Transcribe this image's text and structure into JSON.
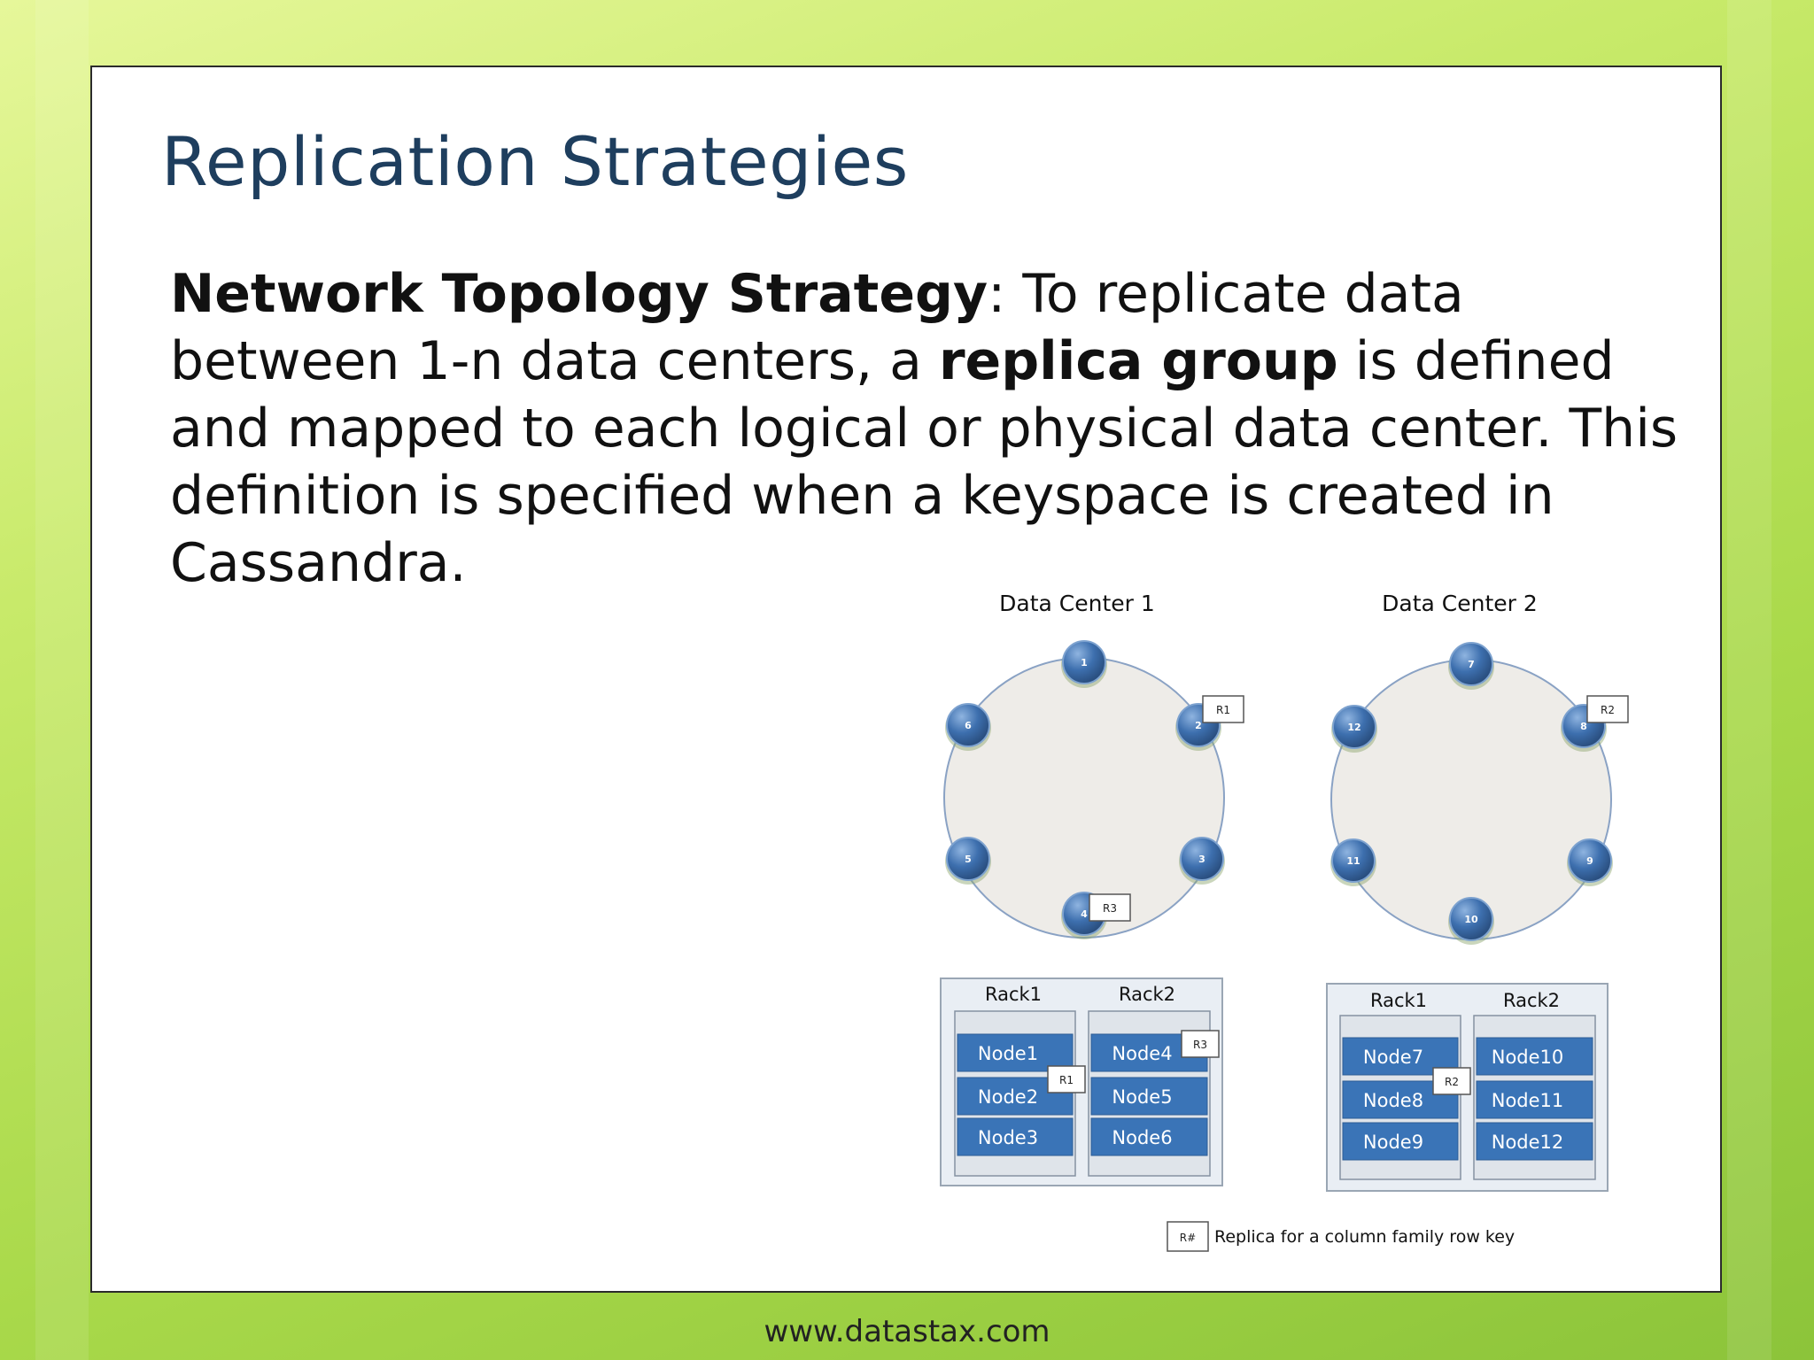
{
  "slide": {
    "title": "Replication Strategies",
    "paragraph": {
      "term": "Network Topology Strategy",
      "sep": ":  To replicate data between 1-n data centers, a ",
      "emph": "replica group",
      "rest": " is defined and mapped to each logical or physical data center. This definition is specified when a keyspace is created in Cassandra."
    }
  },
  "diagram": {
    "data_centers": [
      {
        "label": "Data Center 1",
        "ring_nodes": [
          "1",
          "2",
          "3",
          "4",
          "6",
          "5"
        ],
        "ring_tags": [
          {
            "node": "2",
            "text": "R1"
          },
          {
            "node": "4",
            "text": "R3"
          }
        ],
        "racks": [
          {
            "label": "Rack1",
            "nodes": [
              "Node1",
              "Node2",
              "Node3"
            ]
          },
          {
            "label": "Rack2",
            "nodes": [
              "Node4",
              "Node5",
              "Node6"
            ]
          }
        ],
        "rack_tags": [
          {
            "node": "Node2",
            "text": "R1"
          },
          {
            "node": "Node4",
            "text": "R3"
          }
        ]
      },
      {
        "label": "Data Center 2",
        "ring_nodes": [
          "7",
          "8",
          "9",
          "10",
          "11",
          "12"
        ],
        "ring_tags": [
          {
            "node": "8",
            "text": "R2"
          }
        ],
        "racks": [
          {
            "label": "Rack1",
            "nodes": [
              "Node7",
              "Node8",
              "Node9"
            ]
          },
          {
            "label": "Rack2",
            "nodes": [
              "Node10",
              "Node11",
              "Node12"
            ]
          }
        ],
        "rack_tags": [
          {
            "node": "Node8",
            "text": "R2"
          }
        ]
      }
    ],
    "legend": {
      "tag": "R#",
      "text": "Replica for a column family row key"
    }
  },
  "footer": "www.datastax.com",
  "colors": {
    "node_fill": "#3d6fae",
    "rack_node_fill": "#3a74b7",
    "title": "#1e3e5e"
  }
}
